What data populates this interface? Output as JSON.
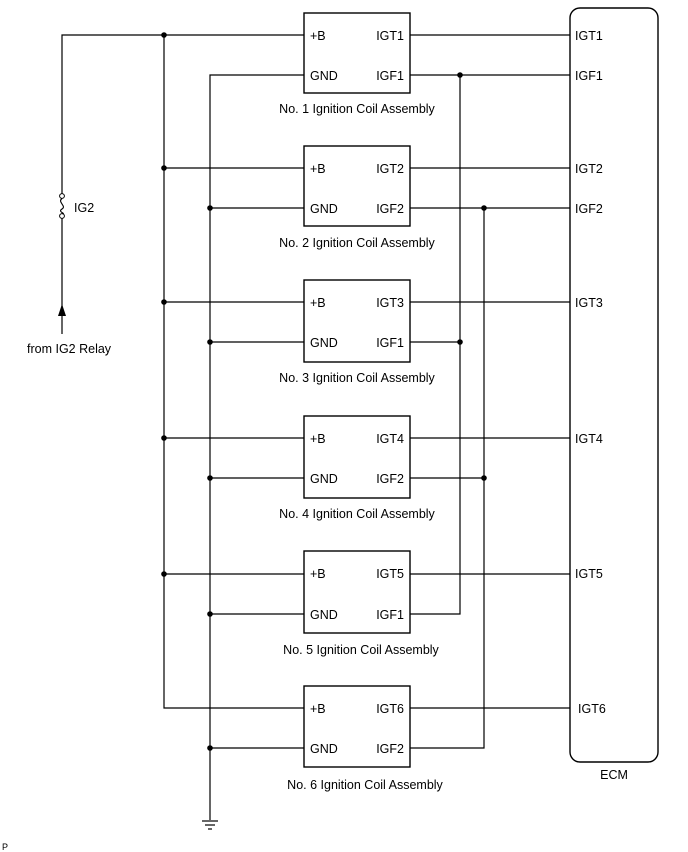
{
  "power": {
    "fuse_label": "IG2",
    "source_label": "from IG2 Relay"
  },
  "ecm": {
    "label": "ECM",
    "pins": [
      "IGT1",
      "IGF1",
      "IGT2",
      "IGF2",
      "IGT3",
      "IGT4",
      "IGT5",
      "IGT6"
    ]
  },
  "coils": [
    {
      "name": "No. 1 Ignition Coil Assembly",
      "pin_b": "+B",
      "pin_gnd": "GND",
      "pin_igt": "IGT1",
      "pin_igf": "IGF1"
    },
    {
      "name": "No. 2 Ignition Coil Assembly",
      "pin_b": "+B",
      "pin_gnd": "GND",
      "pin_igt": "IGT2",
      "pin_igf": "IGF2"
    },
    {
      "name": "No. 3 Ignition Coil Assembly",
      "pin_b": "+B",
      "pin_gnd": "GND",
      "pin_igt": "IGT3",
      "pin_igf": "IGF1"
    },
    {
      "name": "No. 4 Ignition Coil Assembly",
      "pin_b": "+B",
      "pin_gnd": "GND",
      "pin_igt": "IGT4",
      "pin_igf": "IGF2"
    },
    {
      "name": "No. 5 Ignition Coil Assembly",
      "pin_b": "+B",
      "pin_gnd": "GND",
      "pin_igt": "IGT5",
      "pin_igf": "IGF1"
    },
    {
      "name": "No. 6 Ignition Coil Assembly",
      "pin_b": "+B",
      "pin_gnd": "GND",
      "pin_igt": "IGT6",
      "pin_igf": "IGF2"
    }
  ],
  "corner_mark": "P"
}
